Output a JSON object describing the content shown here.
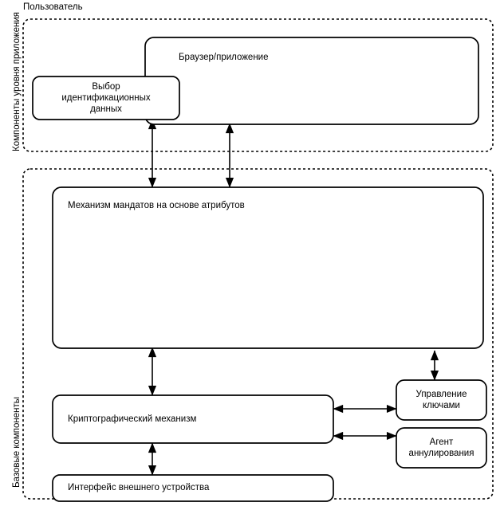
{
  "diagram": {
    "title_top": "Пользователь",
    "side_labels": {
      "application_layer": "Компоненты уровня приложения",
      "base_components": "Базовые компоненты"
    },
    "groups": [
      {
        "id": "application-layer-group",
        "label": "Компоненты уровня приложения",
        "style": "dashed-rounded"
      },
      {
        "id": "base-components-group",
        "label": "Базовые компоненты",
        "style": "dashed-rounded"
      }
    ],
    "nodes": [
      {
        "id": "browser-application",
        "label": "Браузер/приложение",
        "align": "left",
        "group": "application-layer-group"
      },
      {
        "id": "credential-selection",
        "label": "Выбор\nидентификационных\nданных",
        "align": "center",
        "group": "application-layer-group"
      },
      {
        "id": "attribute-credential-mechanism",
        "label": "Механизм мандатов на основе атрибутов",
        "align": "left",
        "group": "base-components-group"
      },
      {
        "id": "cryptographic-mechanism",
        "label": "Криптографический механизм",
        "align": "left",
        "group": "base-components-group"
      },
      {
        "id": "external-device-interface",
        "label": "Интерфейс внешнего устройства",
        "align": "left",
        "group": "base-components-group"
      },
      {
        "id": "key-management",
        "label": "Управление\nключами",
        "align": "center",
        "group": "base-components-group"
      },
      {
        "id": "revocation-agent",
        "label": "Агент\nаннулирования",
        "align": "center",
        "group": "base-components-group"
      }
    ],
    "connectors": [
      {
        "id": "credential-selection-to-mechanism",
        "from": "credential-selection",
        "to": "attribute-credential-mechanism",
        "direction": "both"
      },
      {
        "id": "browser-to-mechanism",
        "from": "browser-application",
        "to": "attribute-credential-mechanism",
        "direction": "both"
      },
      {
        "id": "mechanism-to-crypto",
        "from": "attribute-credential-mechanism",
        "to": "cryptographic-mechanism",
        "direction": "both"
      },
      {
        "id": "mechanism-to-key-management",
        "from": "attribute-credential-mechanism",
        "to": "key-management",
        "direction": "both"
      },
      {
        "id": "crypto-to-key-management",
        "from": "cryptographic-mechanism",
        "to": "key-management",
        "direction": "both"
      },
      {
        "id": "crypto-to-revocation-agent",
        "from": "cryptographic-mechanism",
        "to": "revocation-agent",
        "direction": "both"
      },
      {
        "id": "crypto-to-external-device",
        "from": "cryptographic-mechanism",
        "to": "external-device-interface",
        "direction": "both"
      }
    ],
    "colors": {
      "stroke": "#000000",
      "fill": "#ffffff",
      "text": "#000000"
    }
  }
}
